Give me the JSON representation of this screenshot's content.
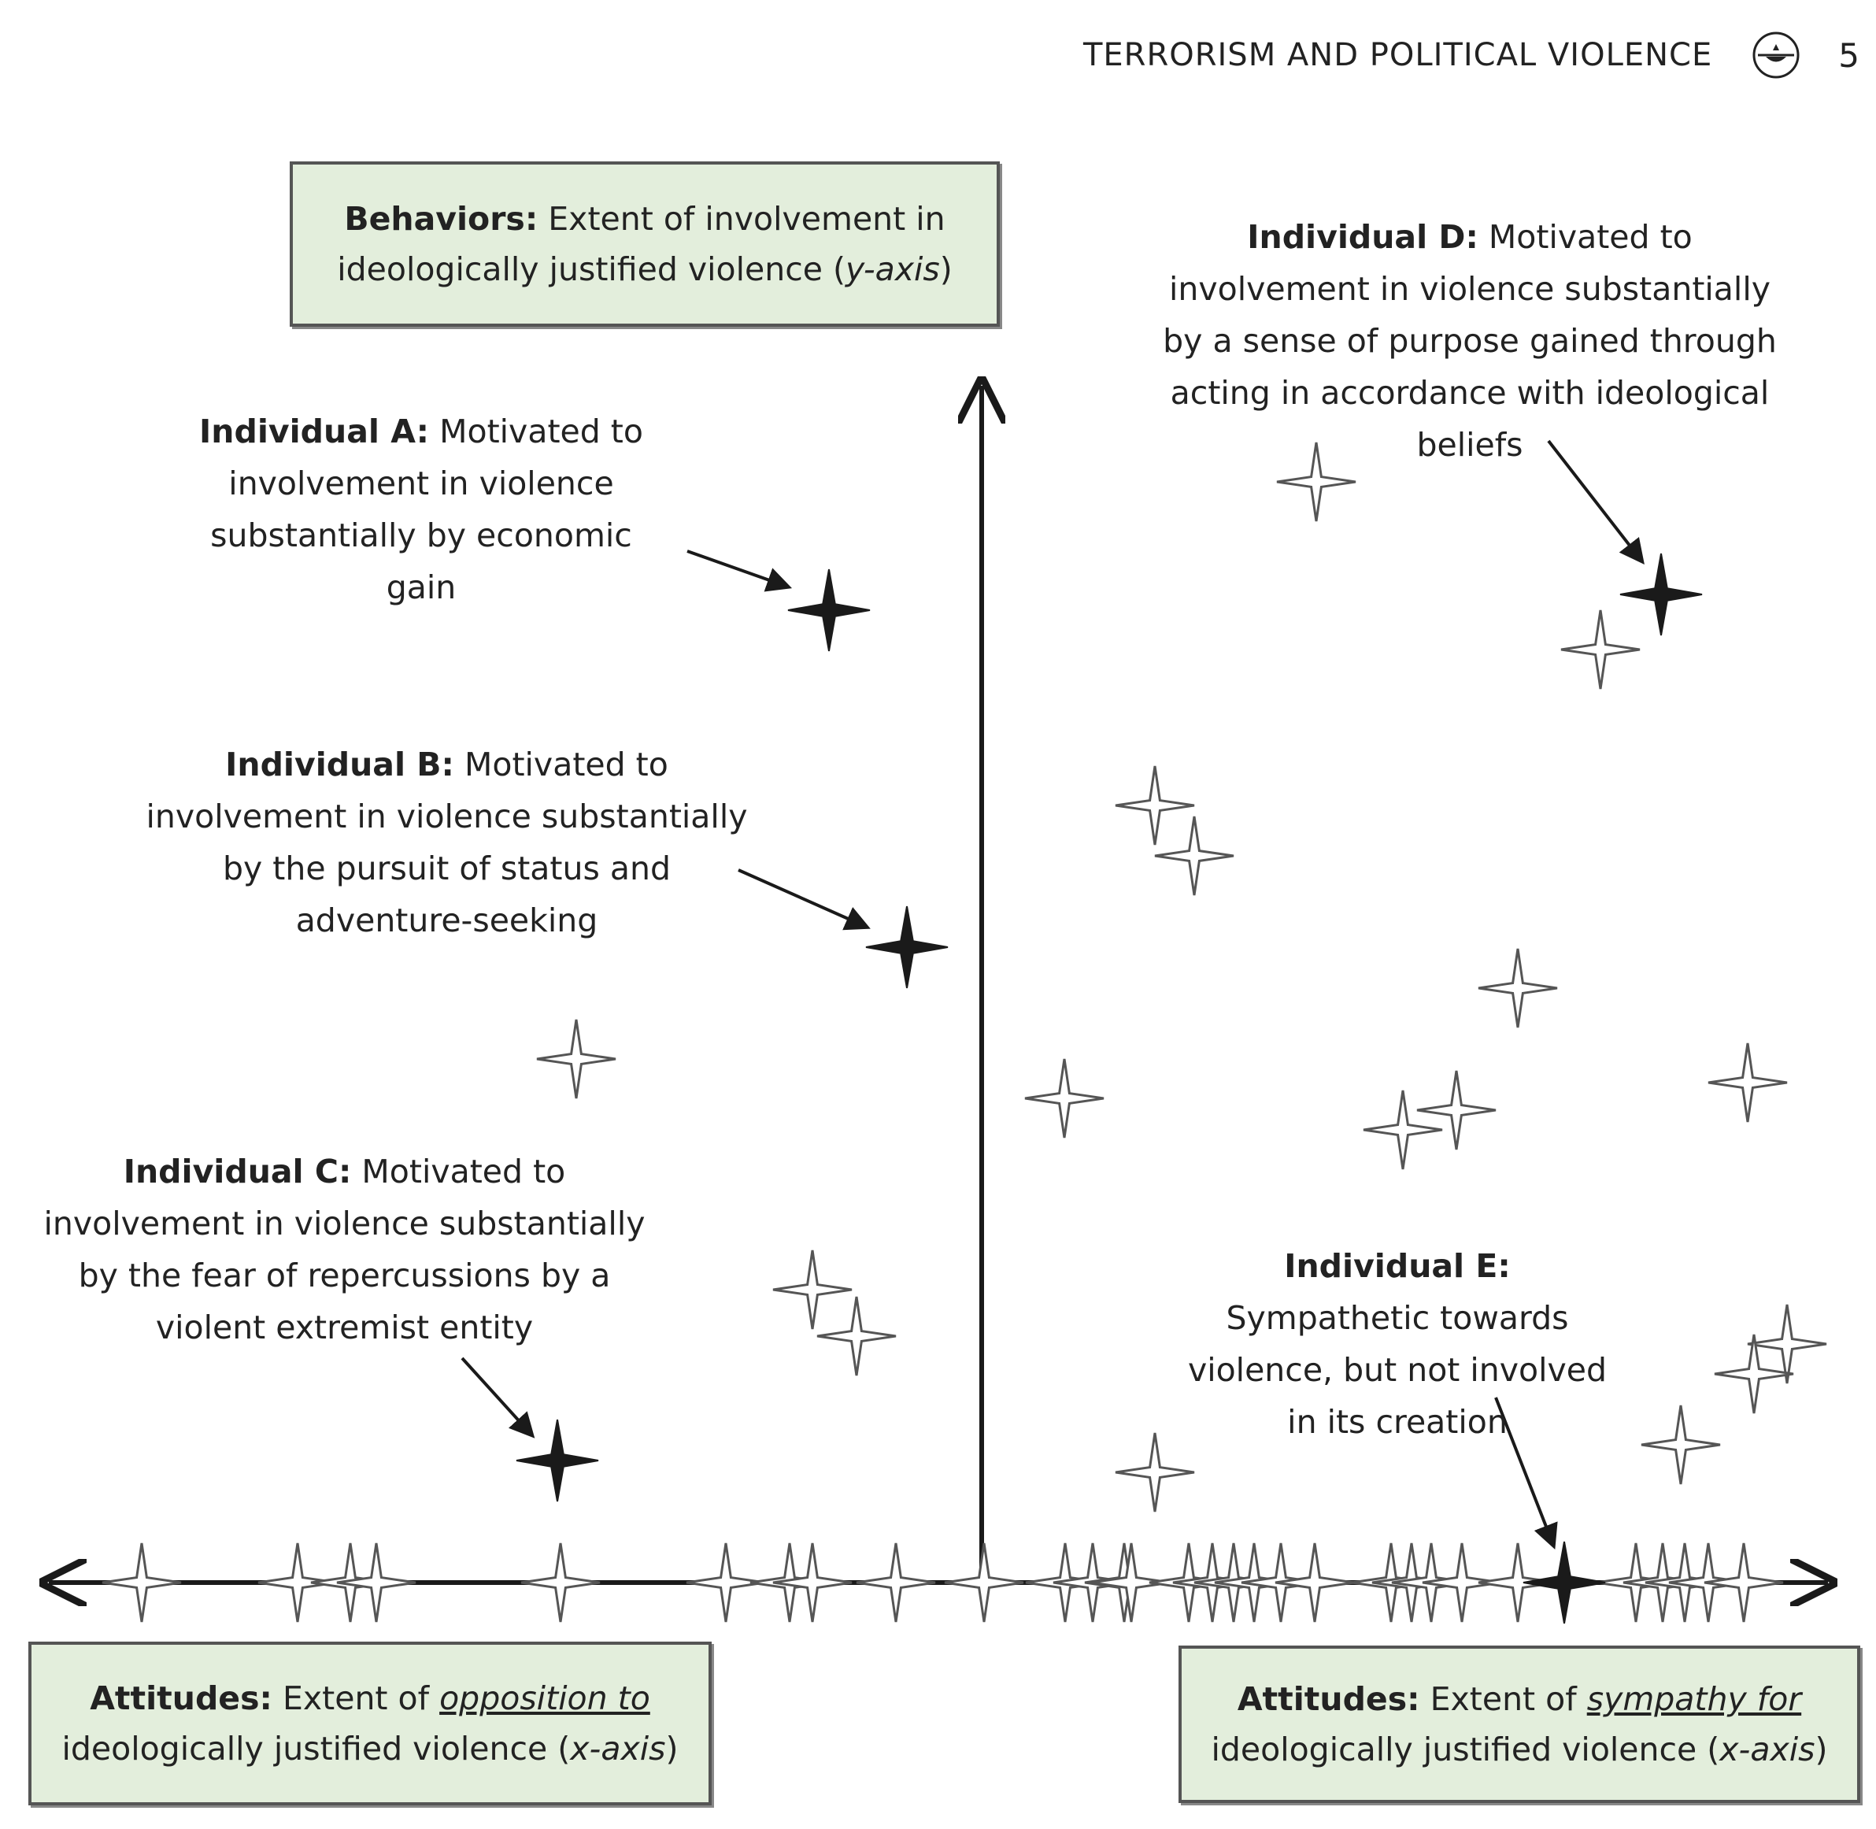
{
  "header": {
    "journal": "TERRORISM AND POLITICAL VIOLENCE",
    "page_number": "5",
    "logo_icon": "publisher-logo-icon"
  },
  "boxes": {
    "behaviors": {
      "label": "Behaviors:",
      "text1": "Extent of involvement in ideologically justified violence (",
      "axis": "y-axis",
      "text2": ")"
    },
    "attitudes_opposition": {
      "label": "Attitudes:",
      "text1": "Extent of ",
      "emph": "opposition to",
      "text2": " ideologically justified violence (",
      "axis": "x-axis",
      "text3": ")"
    },
    "attitudes_sympathy": {
      "label": "Attitudes:",
      "text1": "Extent of ",
      "emph": "sympathy for",
      "text2": " ideologically justified violence (",
      "axis": "x-axis",
      "text3": ")"
    }
  },
  "annotations": {
    "a": {
      "label": "Individual A:",
      "text": "Motivated to involvement in violence substantially by economic gain"
    },
    "b": {
      "label": "Individual B:",
      "text": "Motivated to involvement in violence substantially by the pursuit of status and adventure-seeking"
    },
    "c": {
      "label": "Individual C:",
      "text": "Motivated to involvement in violence substantially by the fear of repercussions by a violent extremist entity"
    },
    "d": {
      "label": "Individual D:",
      "text": "Motivated to involvement in violence substantially by a sense of purpose gained through acting in accordance with ideological beliefs"
    },
    "e": {
      "label": "Individual E:",
      "text": "Sympathetic towards violence, but not involved in its creation"
    }
  },
  "colors": {
    "box_fill": "#e3eedc",
    "box_border": "#555555",
    "axis": "#1a1a1a",
    "star_highlight": "#1a1a1a",
    "star_outline": "#555555"
  }
}
